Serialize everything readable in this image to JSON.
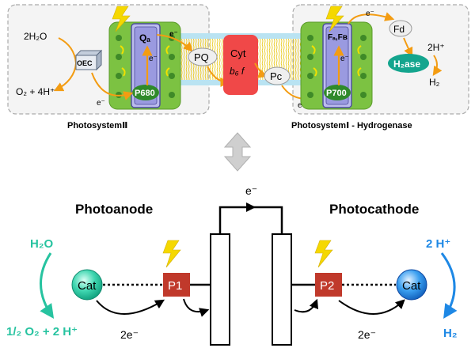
{
  "top": {
    "left": {
      "water": "2H₂O",
      "oec": "OEC",
      "oxygen": "O₂ + 4H⁺",
      "qa": "Qₐ",
      "p680": "P680",
      "electron": "e⁻",
      "caption": "PhotosystemⅡ"
    },
    "middle": {
      "pq": "PQ",
      "cyt_line1": "Cyt",
      "cyt_line2": "b₆ f",
      "pc": "Pc"
    },
    "right": {
      "fafb": "Fₐ,Fʙ",
      "p700": "P700",
      "fd": "Fd",
      "protons": "2H⁺",
      "h2ase": "H₂ase",
      "hydrogen": "H₂",
      "caption": "PhotosystemⅠ - Hydrogenase"
    }
  },
  "bottom": {
    "photoanode": "Photoanode",
    "photocathode": "Photocathode",
    "wire_electron": "e⁻",
    "left": {
      "water": "H₂O",
      "cat": "Cat",
      "p1": "P1",
      "products": "1/₂ O₂  +  2 H⁺",
      "two_e": "2e⁻"
    },
    "right": {
      "protons": "2 H⁺",
      "cat": "Cat",
      "p2": "P2",
      "hydrogen": "H₂",
      "two_e": "2e⁻"
    }
  },
  "colors": {
    "orange": "#f39c12",
    "teal": "#27c3a0",
    "blue": "#1e88e5",
    "red_box": "#c0392b",
    "cyt_red": "#f04848",
    "green": "#7cc242",
    "purple": "#b8b8ee",
    "yellow": "#f5d800"
  }
}
